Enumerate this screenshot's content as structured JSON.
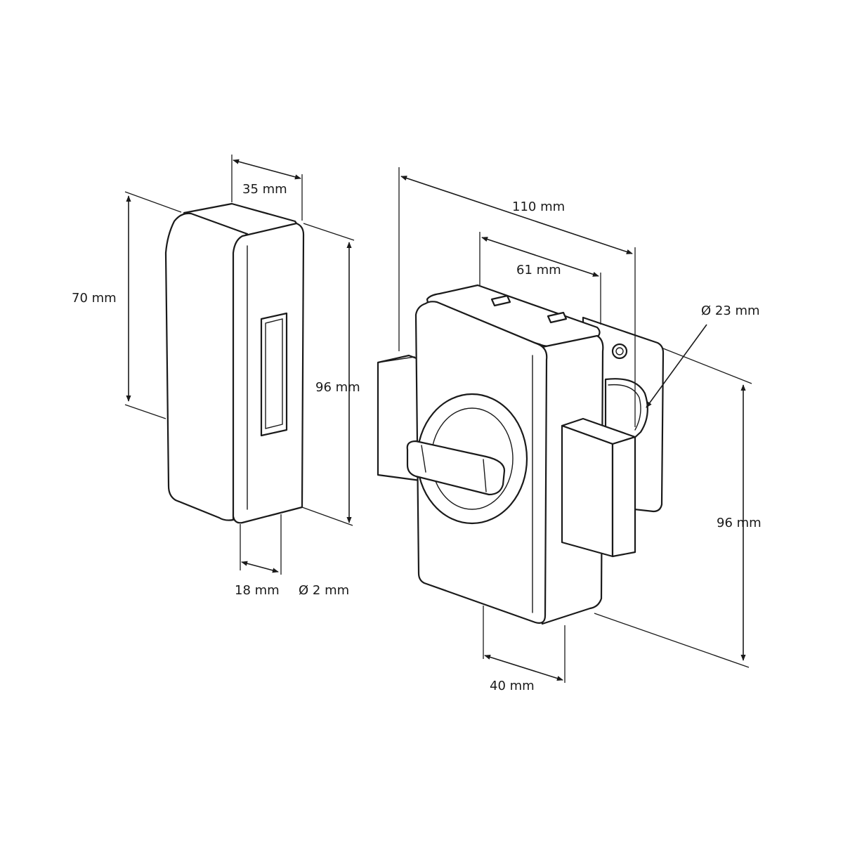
{
  "strike_plate": {
    "width_label": "35 mm",
    "height_label": "70 mm",
    "depth_label": "96 mm",
    "slot_width_label": "18 mm",
    "hole_label": "Ø 2 mm"
  },
  "lock_body": {
    "overall_width_label": "110 mm",
    "body_width_label": "61 mm",
    "cylinder_label": "Ø 23 mm",
    "height_label": "96 mm",
    "bottom_label": "40 mm"
  }
}
